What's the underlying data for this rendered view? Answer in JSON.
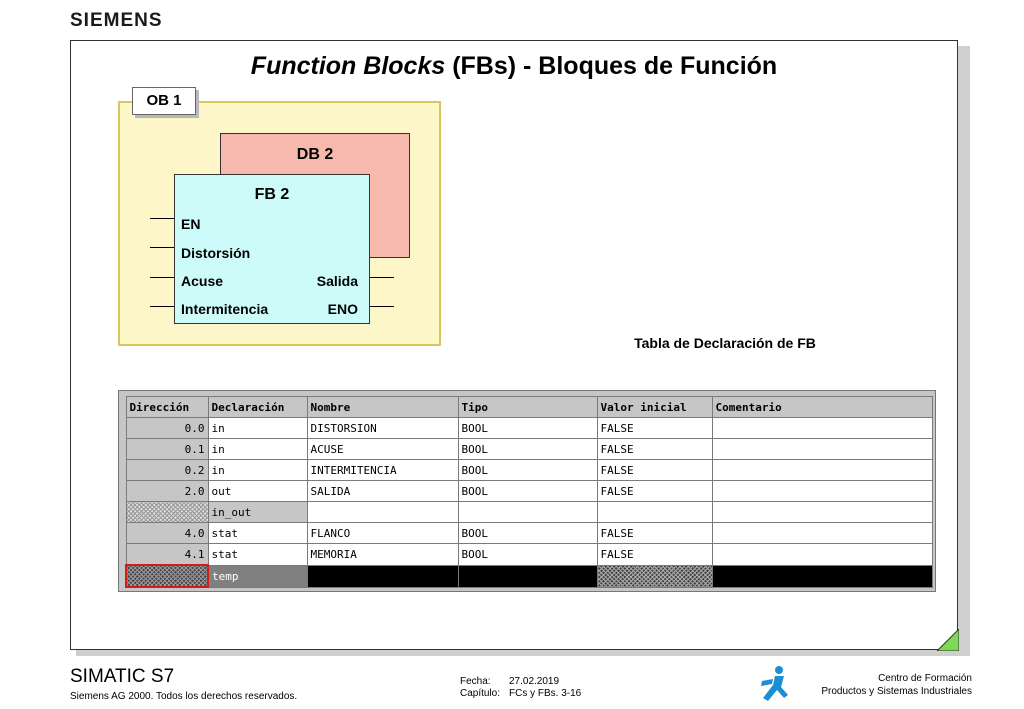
{
  "brand": "SIEMENS",
  "slide": {
    "title_italic": "Function Blocks",
    "title_rest": " (FBs) - Bloques de Función"
  },
  "diagram": {
    "ob_label": "OB 1",
    "db_label": "DB 2",
    "fb_label": "FB 2",
    "inputs": [
      "EN",
      "Distorsión",
      "Acuse",
      "Intermitencia"
    ],
    "outputs": [
      "Salida",
      "ENO"
    ]
  },
  "table_caption": "Tabla de Declaración de FB",
  "decl_table": {
    "headers": [
      "Dirección",
      "Declaración",
      "Nombre",
      "Tipo",
      "Valor inicial",
      "Comentario"
    ],
    "rows": [
      [
        "0.0",
        "in",
        "DISTORSION",
        "BOOL",
        "FALSE",
        ""
      ],
      [
        "0.1",
        "in",
        "ACUSE",
        "BOOL",
        "FALSE",
        ""
      ],
      [
        "0.2",
        "in",
        "INTERMITENCIA",
        "BOOL",
        "FALSE",
        ""
      ],
      [
        "2.0",
        "out",
        "SALIDA",
        "BOOL",
        "FALSE",
        ""
      ],
      [
        "",
        "in_out",
        "",
        "",
        "",
        ""
      ],
      [
        "4.0",
        "stat",
        "FLANCO",
        "BOOL",
        "FALSE",
        ""
      ],
      [
        "4.1",
        "stat",
        "MEMORIA",
        "BOOL",
        "FALSE",
        ""
      ],
      [
        "",
        "temp",
        "",
        "",
        "",
        ""
      ]
    ]
  },
  "footer": {
    "product": "SIMATIC S7",
    "copyright": "Siemens AG 2000. Todos los derechos reservados.",
    "fecha_label": "Fecha:",
    "fecha_value": "27.02.2019",
    "capitulo_label": "Capítulo:",
    "capitulo_value": "FCs y FBs. 3-16",
    "center_line1": "Centro de Formación",
    "center_line2": "Productos y Sistemas Industriales"
  },
  "colors": {
    "ob_frame_bg": "#fdf6c9",
    "db_block_bg": "#f7b9ad",
    "fb_block_bg": "#ccfbfa",
    "corner_accent": "#7ed957",
    "logo_blue": "#1b8fd1"
  }
}
